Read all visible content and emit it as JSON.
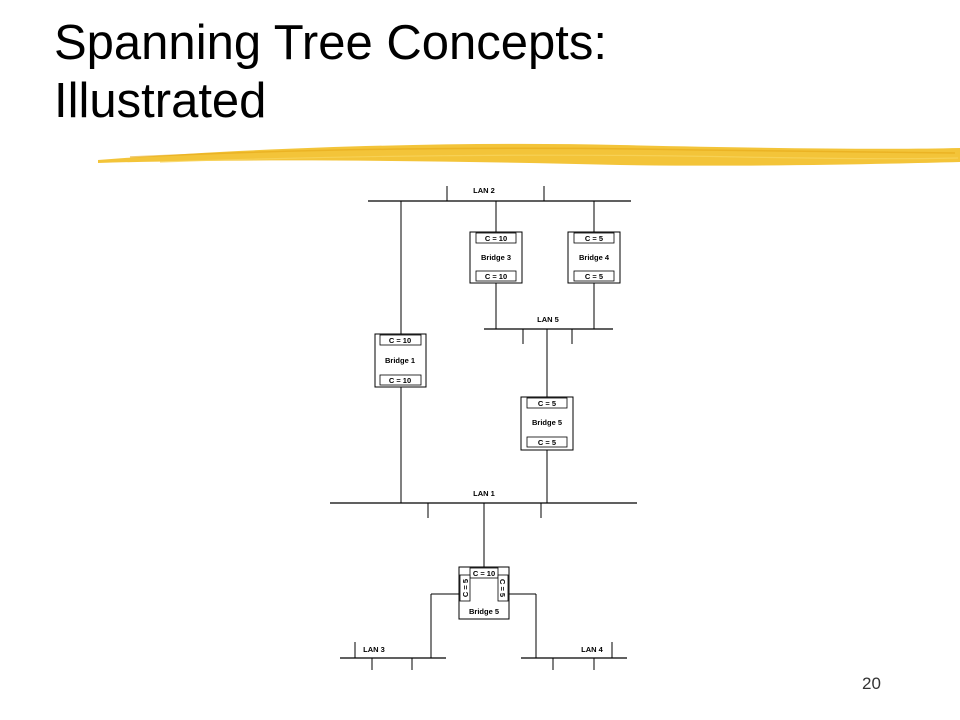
{
  "slide": {
    "title_line1": "Spanning Tree Concepts:",
    "title_line2": "Illustrated",
    "page_number": "20",
    "accent_color": "#f2c12e"
  },
  "diagram": {
    "lans": {
      "lan1": "LAN 1",
      "lan2": "LAN 2",
      "lan3": "LAN 3",
      "lan4": "LAN 4",
      "lan5": "LAN 5"
    },
    "bridges": {
      "bridge1": {
        "name": "Bridge 1",
        "top_cost": "C = 10",
        "bottom_cost": "C = 10"
      },
      "bridge3": {
        "name": "Bridge 3",
        "top_cost": "C = 10",
        "bottom_cost": "C = 10"
      },
      "bridge4": {
        "name": "Bridge 4",
        "top_cost": "C = 5",
        "bottom_cost": "C = 5"
      },
      "bridge5_upper": {
        "name": "Bridge 5",
        "top_cost": "C = 5",
        "bottom_cost": "C = 5"
      },
      "bridge5_lower": {
        "name": "Bridge 5",
        "top_cost": "C = 10",
        "left_cost": "C = 5",
        "right_cost": "C = 5"
      }
    }
  }
}
